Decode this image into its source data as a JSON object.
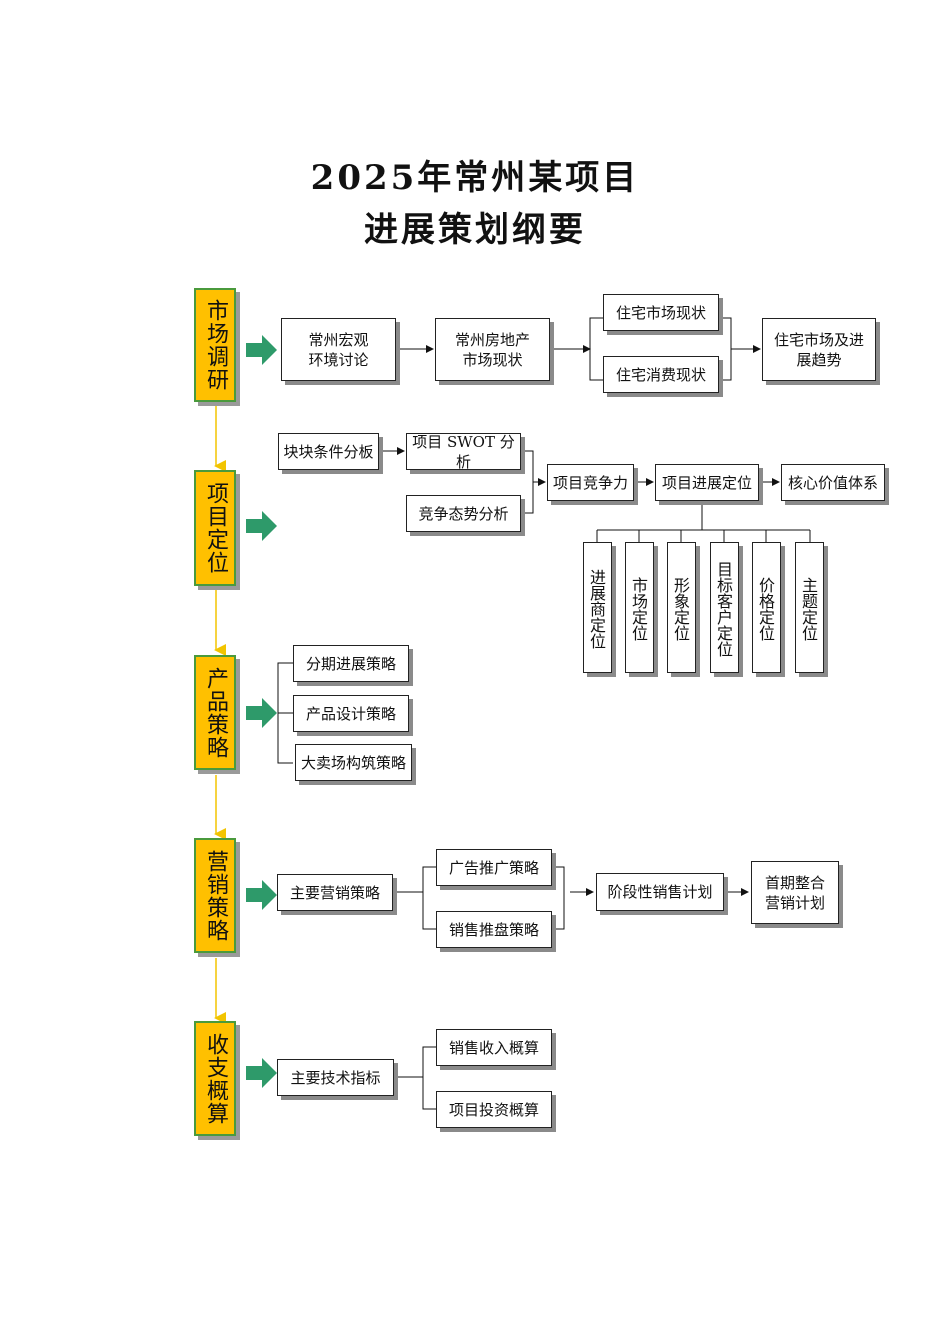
{
  "title": {
    "line1": "2025年常州某项目",
    "line2": "进展策划纲要"
  },
  "sections": [
    {
      "label": "市场调研",
      "boxes": [
        "常州宏观\n环境讨论",
        "常州房地产\n市场现状",
        "住宅市场现状",
        "住宅消费现状",
        "住宅市场及进\n展趋势"
      ]
    },
    {
      "label": "项目定位",
      "boxes": [
        "块块条件分板",
        "项目 SWOT 分析",
        "竞争态势分析",
        "项目竞争力",
        "项目进展定位",
        "核心价值体系"
      ],
      "vertical": [
        "进展商定位",
        "市场定位",
        "形象定位",
        "目标客户定位",
        "价格定位",
        "主题定位"
      ]
    },
    {
      "label": "产品策略",
      "boxes": [
        "分期进展策略",
        "产品设计策略",
        "大卖场构筑策略"
      ]
    },
    {
      "label": "营销策略",
      "boxes": [
        "主要营销策略",
        "广告推广策略",
        "销售推盘策略",
        "阶段性销售计划",
        "首期整合\n营销计划"
      ]
    },
    {
      "label": "收支概算",
      "boxes": [
        "主要技术指标",
        "销售收入概算",
        "项目投资概算"
      ]
    }
  ],
  "colors": {
    "section_fill": "#ffc000",
    "section_border": "#4a9a3c",
    "big_arrow": "#2e9a6a",
    "connector_arrow": "#f2c400"
  }
}
